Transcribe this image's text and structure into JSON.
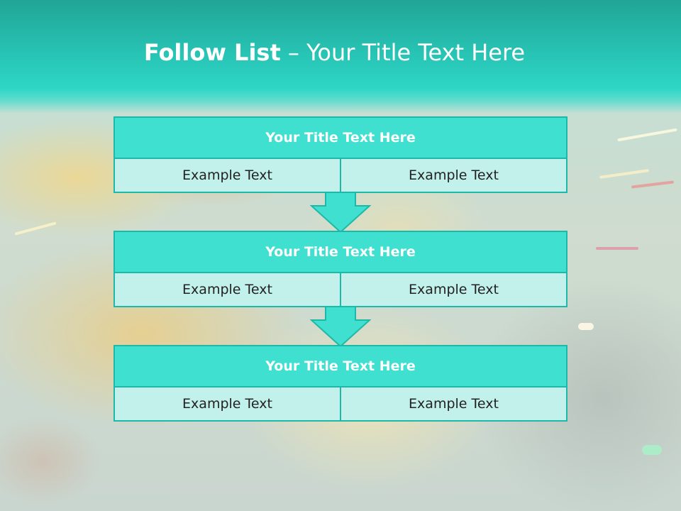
{
  "slide": {
    "title_bold": "Follow List",
    "title_rest": " – Your Title Text Here"
  },
  "blocks": [
    {
      "title": "Your Title Text Here",
      "left_text": "Example Text",
      "right_text": "Example Text"
    },
    {
      "title": "Your Title Text Here",
      "left_text": "Example Text",
      "right_text": "Example Text"
    },
    {
      "title": "Your Title Text Here",
      "left_text": "Example Text",
      "right_text": "Example Text"
    }
  ],
  "colors": {
    "header_band": "#27c2b3",
    "block_title_fill": "#40e0d0",
    "block_cell_fill": "#c2f0eb",
    "border": "#1eb8a8",
    "arrow_fill": "#40e0d0"
  }
}
